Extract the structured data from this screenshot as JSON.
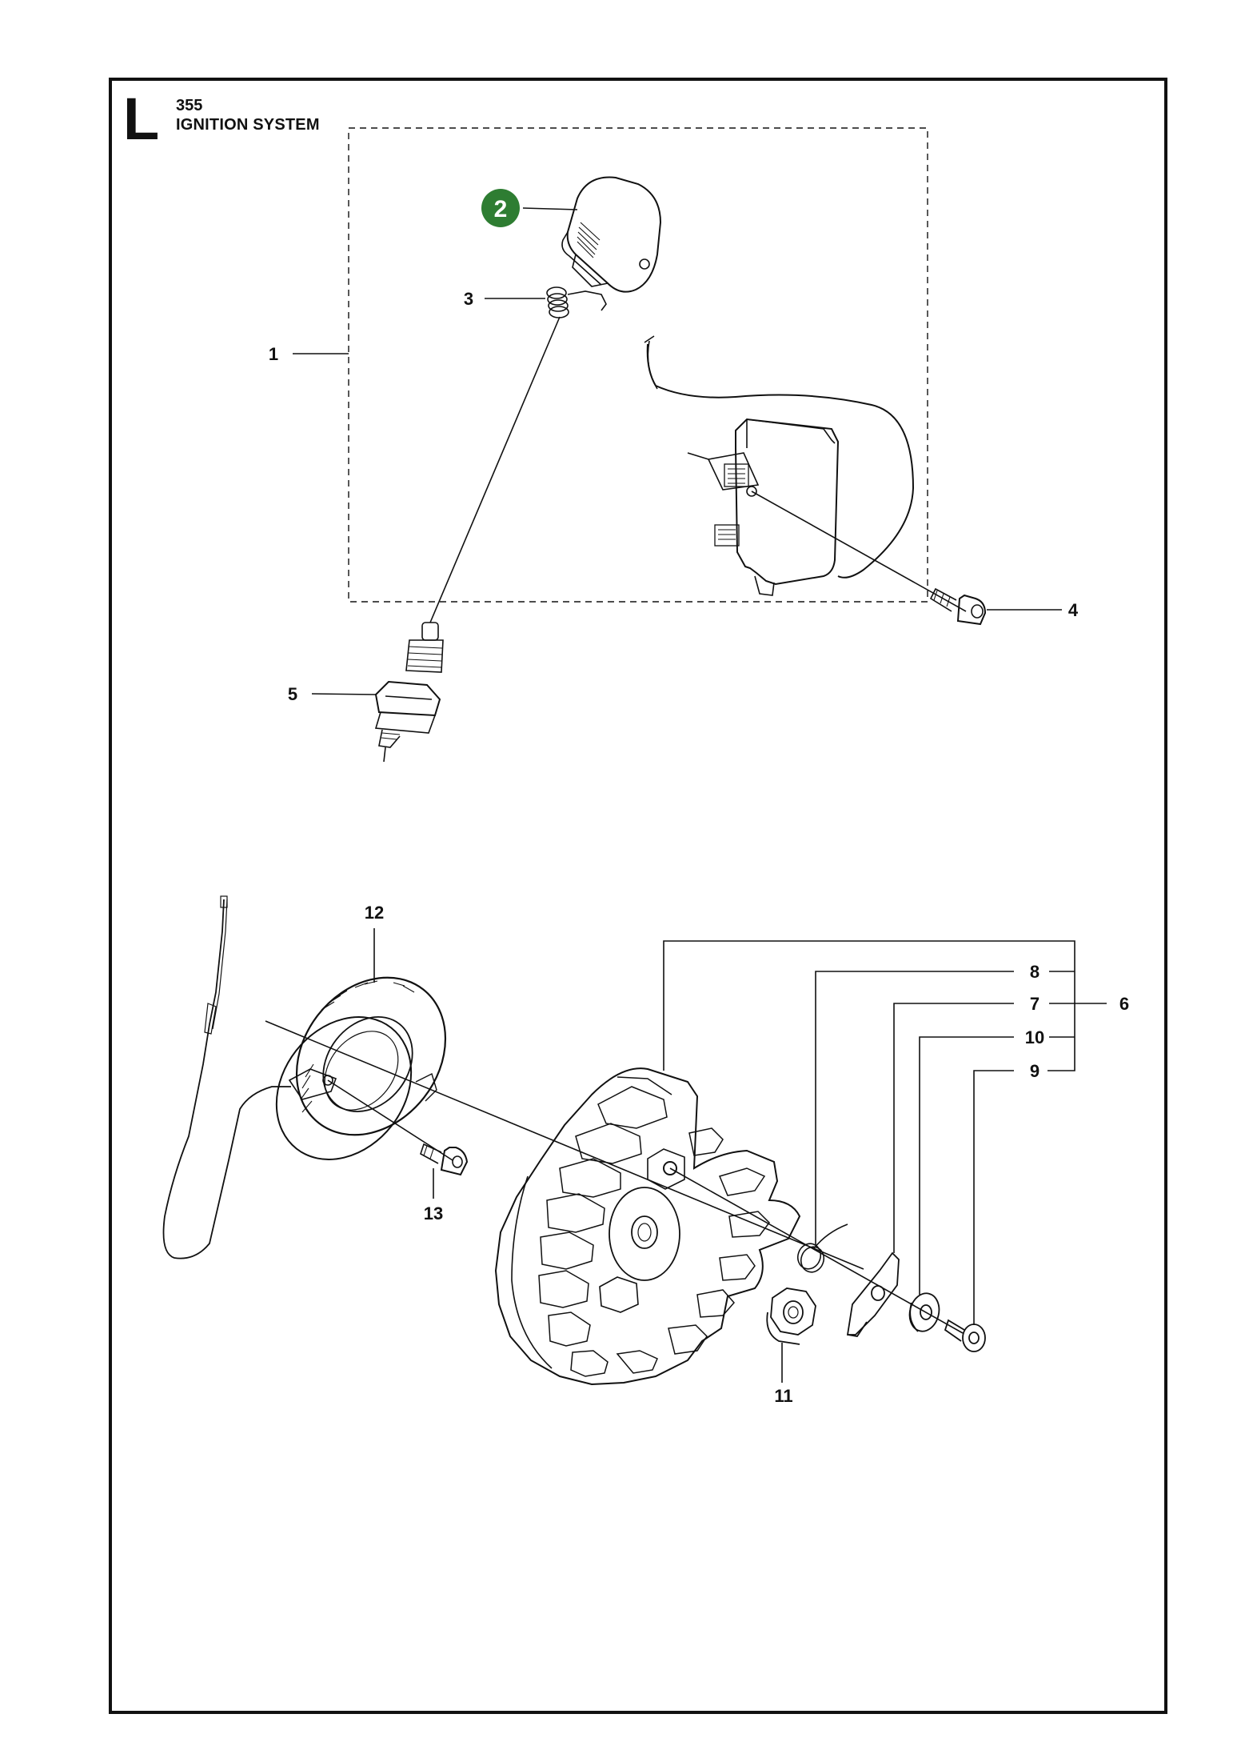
{
  "header": {
    "section_letter": "L",
    "model": "355",
    "title": "IGNITION SYSTEM"
  },
  "colors": {
    "line": "#111111",
    "badge": "#2e7d32",
    "badge_text": "#ffffff"
  },
  "callouts": {
    "c1": "1",
    "c2": "2",
    "c3": "3",
    "c4": "4",
    "c5": "5",
    "c6": "6",
    "c7": "7",
    "c8": "8",
    "c9": "9",
    "c10": "10",
    "c11": "11",
    "c12": "12",
    "c13": "13"
  }
}
